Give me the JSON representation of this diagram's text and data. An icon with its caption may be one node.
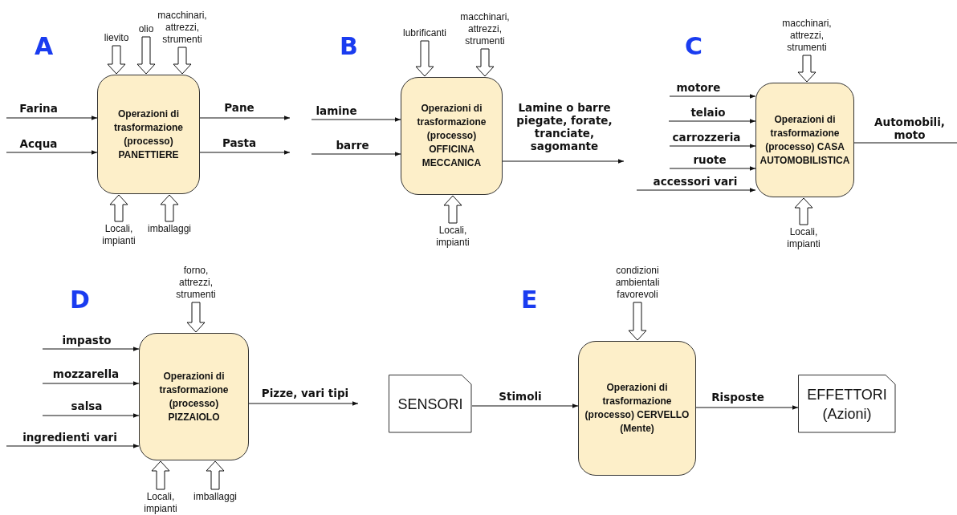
{
  "diagram": {
    "nodes": [
      {
        "text": [
          "Operazioni di trasformazione (processo) PANETTIERE"
        ]
      },
      {
        "text": [
          "lievito"
        ]
      },
      {
        "text": [
          "olio"
        ]
      },
      {
        "text": [
          "macchinari, attrezzi, strumenti"
        ]
      },
      {
        "text": [
          "Locali, impianti"
        ]
      },
      {
        "text": [
          "imballaggi"
        ]
      },
      {
        "text": [
          "Operazioni di trasformazione (processo) OFFICINA MECCANICA"
        ]
      },
      {
        "text": [
          "lubrificanti"
        ]
      },
      {
        "text": [
          "macchinari, attrezzi, strumenti"
        ]
      },
      {
        "text": [
          "Locali, impianti"
        ]
      },
      {
        "text": [
          "Operazioni di trasformazione (processo) CASA AUTOMOBILISTICA"
        ]
      },
      {
        "text": [
          "macchinari, attrezzi, strumenti"
        ]
      },
      {
        "text": [
          "Locali, impianti"
        ]
      },
      {
        "text": [
          "Operazioni di trasformazione (processo) PIZZAIOLO"
        ]
      },
      {
        "text": [
          "forno, attrezzi, strumenti"
        ]
      },
      {
        "text": [
          "Locali, impianti"
        ]
      },
      {
        "text": [
          "imballaggi"
        ]
      },
      {
        "text": [
          "SENSORI"
        ]
      },
      {
        "text": [
          "Operazioni di trasformazione (processo) CERVELLO (Mente)"
        ]
      },
      {
        "text": [
          "condizioni ambientali favorevoli"
        ]
      },
      {
        "text": [
          "EFFETTORI (Azioni)"
        ]
      }
    ],
    "edges": [
      {
        "from": null,
        "to": 0,
        "arrow": "to",
        "label": "Farina"
      },
      {
        "from": null,
        "to": 0,
        "arrow": "to",
        "label": "Acqua"
      },
      {
        "from": 0,
        "to": null,
        "arrow": "to",
        "label": "Pane"
      },
      {
        "from": 0,
        "to": null,
        "arrow": "to",
        "label": "Pasta"
      },
      {
        "from": 1,
        "to": 0,
        "arrow": "to",
        "style": "thick"
      },
      {
        "from": 2,
        "to": 0,
        "arrow": "to",
        "style": "thick"
      },
      {
        "from": 3,
        "to": 0,
        "arrow": "to",
        "style": "thick"
      },
      {
        "from": 4,
        "to": 0,
        "arrow": "to",
        "style": "thick"
      },
      {
        "from": 5,
        "to": 0,
        "arrow": "to",
        "style": "thick"
      },
      {
        "from": null,
        "to": 6,
        "arrow": "to",
        "label": "lamine"
      },
      {
        "from": null,
        "to": 6,
        "arrow": "to",
        "label": "barre"
      },
      {
        "from": 6,
        "to": null,
        "arrow": "to",
        "label": "Lamine o barre piegate, forate, tranciate, sagomante"
      },
      {
        "from": 7,
        "to": 6,
        "arrow": "to",
        "style": "thick"
      },
      {
        "from": 8,
        "to": 6,
        "arrow": "to",
        "style": "thick"
      },
      {
        "from": 9,
        "to": 6,
        "arrow": "to",
        "style": "thick"
      },
      {
        "from": null,
        "to": 10,
        "arrow": "to",
        "label": "motore"
      },
      {
        "from": null,
        "to": 10,
        "arrow": "to",
        "label": "telaio"
      },
      {
        "from": null,
        "to": 10,
        "arrow": "to",
        "label": "carrozzeria"
      },
      {
        "from": null,
        "to": 10,
        "arrow": "to",
        "label": "ruote"
      },
      {
        "from": null,
        "to": 10,
        "arrow": "to",
        "label": "accessori vari"
      },
      {
        "from": 10,
        "to": null,
        "arrow": "none",
        "label": "Automobili, moto"
      },
      {
        "from": 11,
        "to": 10,
        "arrow": "to",
        "style": "thick"
      },
      {
        "from": 12,
        "to": 10,
        "arrow": "to",
        "style": "thick"
      },
      {
        "from": null,
        "to": 13,
        "arrow": "to",
        "label": "impasto"
      },
      {
        "from": null,
        "to": 13,
        "arrow": "to",
        "label": "mozzarella"
      },
      {
        "from": null,
        "to": 13,
        "arrow": "to",
        "label": "salsa"
      },
      {
        "from": null,
        "to": 13,
        "arrow": "to",
        "label": "ingredienti vari"
      },
      {
        "from": 13,
        "to": null,
        "arrow": "to",
        "label": "Pizze, vari tipi"
      },
      {
        "from": 14,
        "to": 13,
        "arrow": "to",
        "style": "thick"
      },
      {
        "from": 15,
        "to": 13,
        "arrow": "to",
        "style": "thick"
      },
      {
        "from": 16,
        "to": 13,
        "arrow": "to",
        "style": "thick"
      },
      {
        "from": 17,
        "to": 18,
        "arrow": "to",
        "label": "Stimoli"
      },
      {
        "from": 18,
        "to": 20,
        "arrow": "to",
        "label": "Risposte"
      },
      {
        "from": 19,
        "to": 18,
        "arrow": "to",
        "style": "thick"
      }
    ],
    "labels": [
      "A",
      "B",
      "C",
      "D",
      "E"
    ]
  }
}
